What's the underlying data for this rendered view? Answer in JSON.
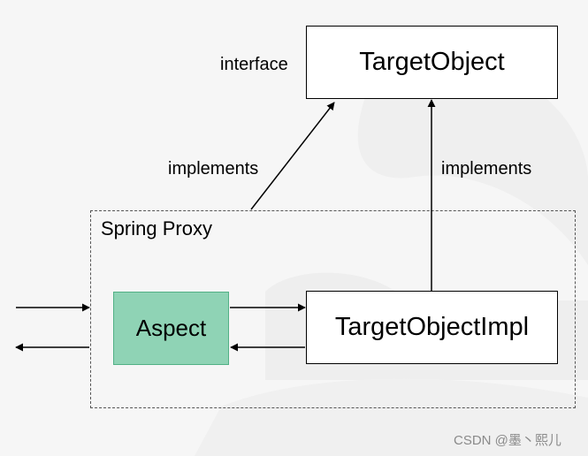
{
  "diagram": {
    "nodes": {
      "target_object": "TargetObject",
      "target_object_impl": "TargetObjectImpl",
      "aspect": "Aspect"
    },
    "labels": {
      "interface": "interface",
      "implements_left": "implements",
      "implements_right": "implements",
      "spring_proxy": "Spring Proxy"
    },
    "watermark": "CSDN @墨丶熙儿",
    "colors": {
      "aspect_fill": "#8fd3b5",
      "aspect_border": "#52b186",
      "line": "#000000",
      "background": "#f6f6f6"
    }
  }
}
